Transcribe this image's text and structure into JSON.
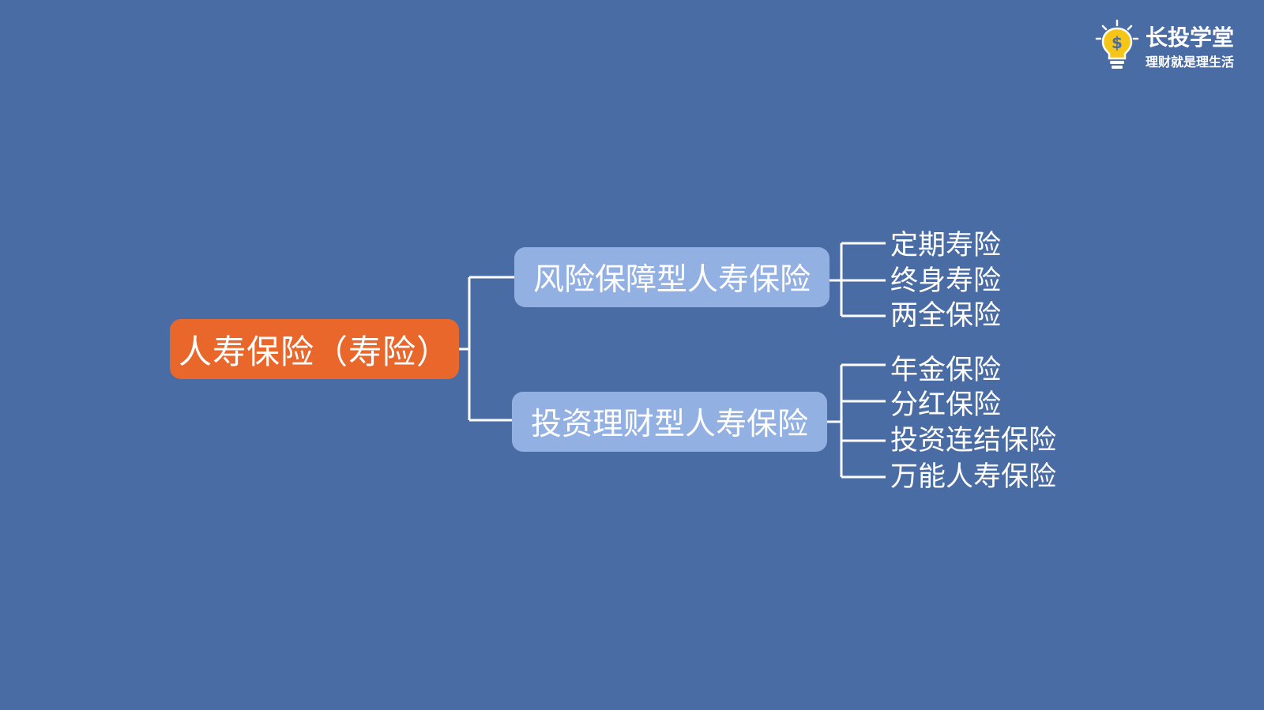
{
  "logo": {
    "name": "长投学堂",
    "slogan": "理财就是理生活",
    "icon": "lightbulb-dollar-icon"
  },
  "diagram": {
    "root": {
      "label": "人寿保险（寿险）",
      "color": "#e9672b"
    },
    "branches": [
      {
        "label": "风险保障型人寿保险",
        "color": "#93b0e3",
        "children": [
          "定期寿险",
          "终身寿险",
          "两全保险"
        ]
      },
      {
        "label": "投资理财型人寿保险",
        "color": "#93b0e3",
        "children": [
          "年金保险",
          "分红保险",
          "投资连结保险",
          "万能人寿保险"
        ]
      }
    ]
  },
  "colors": {
    "background": "#4a6ca5",
    "text": "#ffffff"
  }
}
